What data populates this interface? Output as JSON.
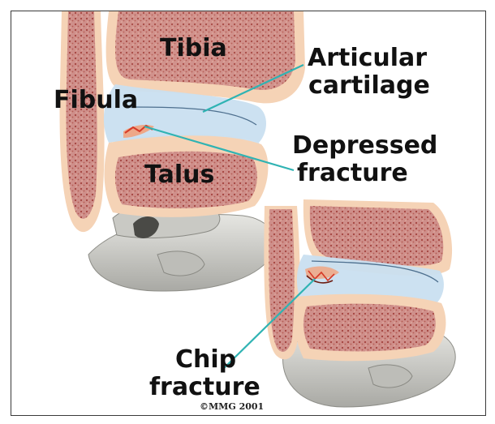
{
  "labels": {
    "tibia": "Tibia",
    "fibula": "Fibula",
    "talus": "Talus",
    "articular_line1": "Articular",
    "articular_line2": "cartilage",
    "depressed_line1": "Depressed",
    "depressed_line2": "fracture",
    "chip_line1": "Chip",
    "chip_line2": "fracture"
  },
  "copyright": "©MMG 2001",
  "colors": {
    "bone_shell": "#f5d3b6",
    "bone_marrow": "#cf8f8a",
    "marrow_dots": "#a4433e",
    "cartilage": "#c9dff0",
    "pointer_line": "#2fb3b3",
    "fracture": "#d63a28",
    "foot_bone": "#d7d7d4"
  },
  "icons": {
    "ankle_top": "anatomical-ankle-illustration",
    "ankle_bottom": "anatomical-ankle-illustration"
  }
}
